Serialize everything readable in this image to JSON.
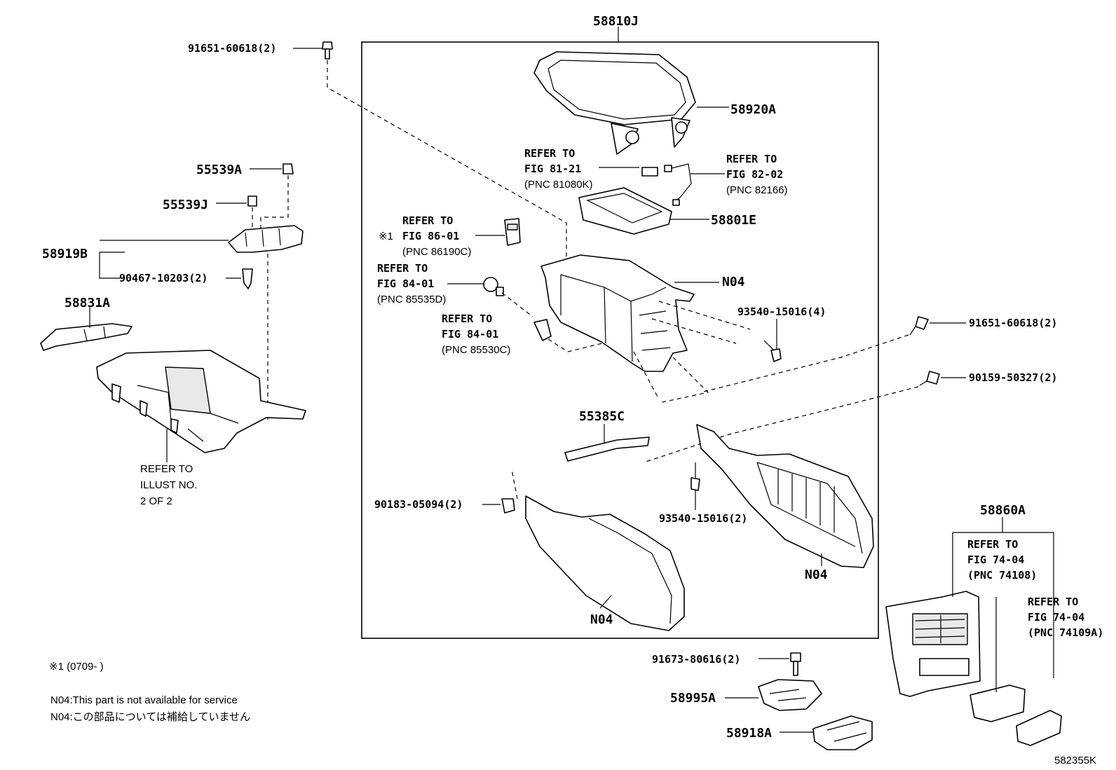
{
  "labels": {
    "p58810J": "58810J",
    "p58920A": "58920A",
    "p58801E": "58801E",
    "p91651_top": "91651-60618(2)",
    "p55539A": "55539A",
    "p55539J": "55539J",
    "p58919B": "58919B",
    "p90467": "90467-10203(2)",
    "p58831A": "58831A",
    "n04_a": "N04",
    "n04_b": "N04",
    "n04_c": "N04",
    "p93540_4": "93540-15016(4)",
    "p91651_right": "91651-60618(2)",
    "p90159": "90159-50327(2)",
    "p55385C": "55385C",
    "p90183": "90183-05094(2)",
    "p93540_2": "93540-15016(2)",
    "p58860A": "58860A",
    "p91673": "91673-80616(2)",
    "p58995A": "58995A",
    "p58918A": "58918A",
    "figure_id": "582355K"
  },
  "refs": {
    "fig8121": {
      "line1": "REFER TO",
      "line2": "FIG 81-21",
      "pnc": "(PNC 81080K)"
    },
    "fig8202": {
      "line1": "REFER TO",
      "line2": "FIG 82-02",
      "pnc": "(PNC 82166)"
    },
    "fig8601": {
      "line1": "REFER TO",
      "mark": "※1",
      "line2": "FIG 86-01",
      "pnc": "(PNC 86190C)"
    },
    "fig8401a": {
      "line1": "REFER TO",
      "line2": "FIG 84-01",
      "pnc": "(PNC 85535D)"
    },
    "fig8401b": {
      "line1": "REFER TO",
      "line2": "FIG 84-01",
      "pnc": "(PNC 85530C)"
    },
    "illust": {
      "line1": "REFER TO",
      "line2": "ILLUST NO.",
      "line3": "2 OF 2"
    },
    "fig7404a": {
      "line1": "REFER TO",
      "line2": "FIG 74-04",
      "pnc": "(PNC 74108)"
    },
    "fig7404b": {
      "line1": "REFER TO",
      "line2": "FIG 74-04",
      "pnc": "(PNC 74109A)"
    }
  },
  "notes": {
    "footnote": "※1 (0709-      )",
    "n04_en": "N04:This part is not available for service",
    "n04_jp": "N04:この部品については補給していません"
  }
}
